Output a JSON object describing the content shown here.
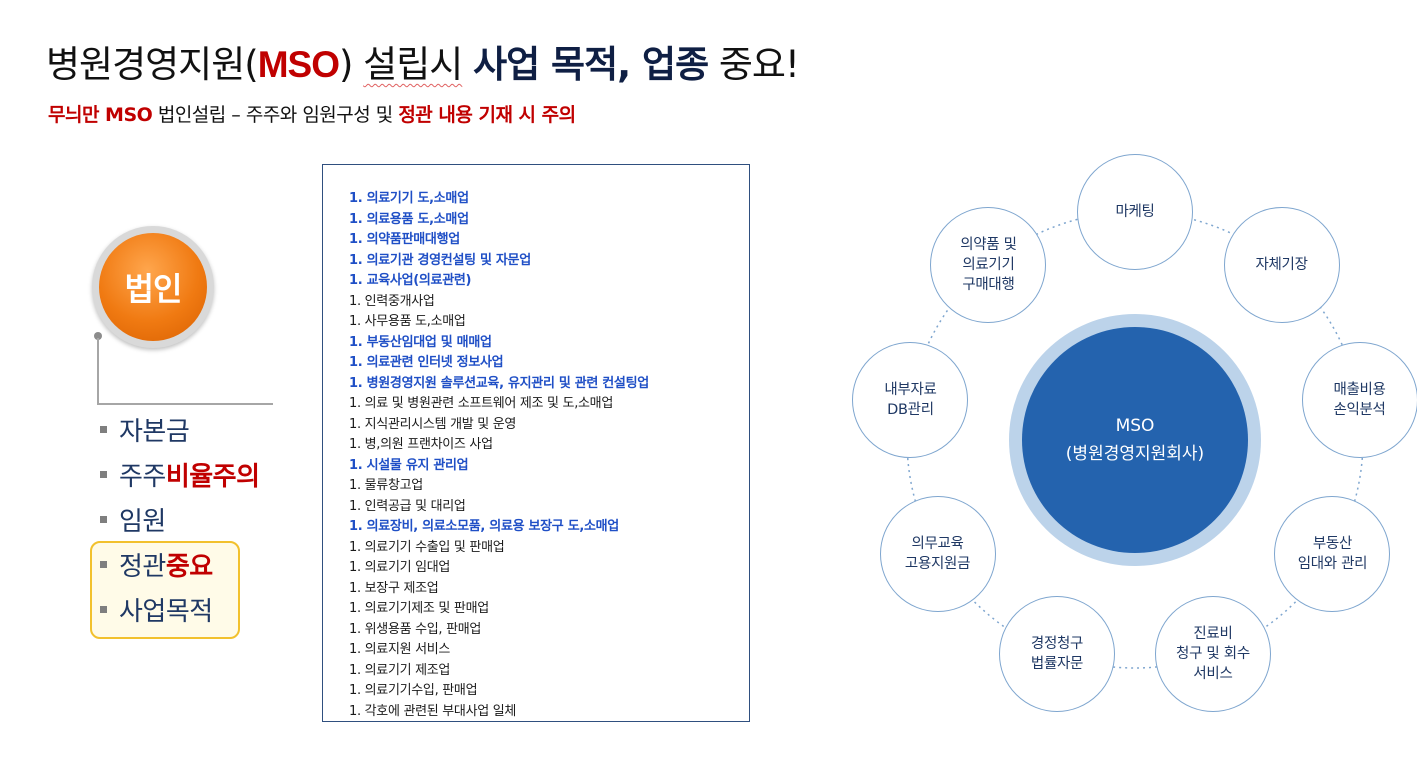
{
  "title": {
    "part1": "병원경영지원(",
    "mso": "MSO",
    "part2": ") ",
    "part3": "설립시",
    "part4": " ",
    "bold": "사업 목적, 업종",
    "part5": " 중요!"
  },
  "subtitle": {
    "red1": "무늬만 MSO",
    "dark": " 법인설립 – 주주와 임원구성 및 ",
    "red2": "정관 내용 기재 시 주의"
  },
  "corp": {
    "label": "법인",
    "items": [
      {
        "text": "자본금",
        "red": ""
      },
      {
        "text": "주주",
        "red": "비율주의"
      },
      {
        "text": "임원",
        "red": ""
      },
      {
        "text": "정관",
        "red": "중요"
      },
      {
        "text": "사업목적",
        "red": ""
      }
    ]
  },
  "business_items": [
    {
      "text": "1. 의료기기 도,소매업",
      "blue": true
    },
    {
      "text": "1. 의료용품 도,소매업",
      "blue": true
    },
    {
      "text": "1. 의약품판매대행업",
      "blue": true
    },
    {
      "text": "1. 의료기관 경영컨설팅 및 자문업",
      "blue": true
    },
    {
      "text": "1. 교육사업(의료관련)",
      "blue": true
    },
    {
      "text": "1. 인력중개사업",
      "blue": false
    },
    {
      "text": "1. 사무용품 도,소매업",
      "blue": false
    },
    {
      "text": "1. 부동산임대업 및 매매업",
      "blue": true
    },
    {
      "text": "1. 의료관련 인터넷 정보사업",
      "blue": true
    },
    {
      "text": "1. 병원경영지원 솔루션교육, 유지관리 및 관련 컨설팅업",
      "blue": true
    },
    {
      "text": "1. 의료 및 병원관련 소프트웨어 제조 및 도,소매업",
      "blue": false
    },
    {
      "text": "1. 지식관리시스템 개발 및 운영",
      "blue": false
    },
    {
      "text": "1. 병,의원 프랜차이즈 사업",
      "blue": false
    },
    {
      "text": "1. 시설물 유지 관리업",
      "blue": true
    },
    {
      "text": "1. 물류창고업",
      "blue": false
    },
    {
      "text": "1. 인력공급 및 대리업",
      "blue": false
    },
    {
      "text": "1. 의료장비, 의료소모품, 의료용 보장구 도,소매업",
      "blue": true
    },
    {
      "text": "1. 의료기기 수출입 및 판매업",
      "blue": false
    },
    {
      "text": "1. 의료기기 임대업",
      "blue": false
    },
    {
      "text": "1. 보장구 제조업",
      "blue": false
    },
    {
      "text": "1. 의료기기제조 및 판매업",
      "blue": false
    },
    {
      "text": "1. 위생용품 수입, 판매업",
      "blue": false
    },
    {
      "text": "1. 의료지원 서비스",
      "blue": false
    },
    {
      "text": "1. 의료기기 제조업",
      "blue": false
    },
    {
      "text": "1. 의료기기수입, 판매업",
      "blue": false
    },
    {
      "text": "1. 각호에 관련된 부대사업 일체",
      "blue": false
    }
  ],
  "diagram": {
    "center_line1": "MSO",
    "center_line2": "(병원경영지원회사)",
    "satellites": [
      "마케팅",
      "자체기장",
      "매출비용\n손익분석",
      "부동산\n임대와 관리",
      "진료비\n청구 및 회수\n서비스",
      "경정청구\n법률자문",
      "의무교육\n고용지원금",
      "내부자료\nDB관리",
      "의약품 및\n의료기기\n구매대행"
    ]
  }
}
